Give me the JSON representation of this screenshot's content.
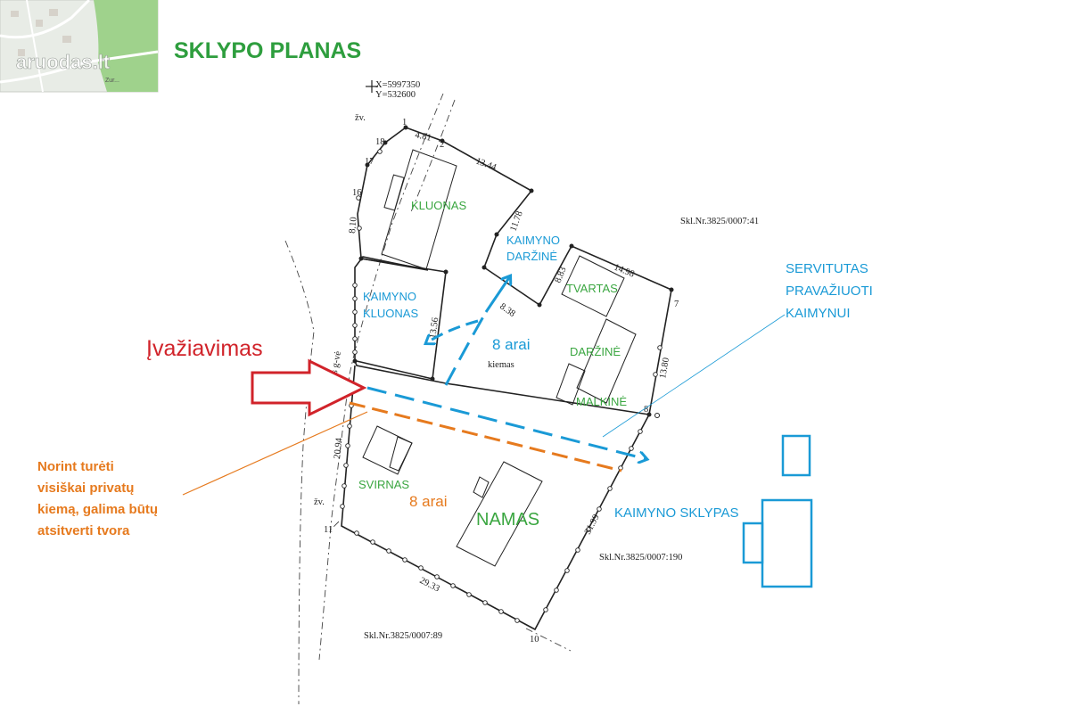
{
  "title": "SKLYPO PLANAS",
  "watermark": "aruodas.lt",
  "thumbnail_label": "Zur...",
  "coords": {
    "x": "X=5997350",
    "y": "Y=532600"
  },
  "parcels": {
    "north": "Skl.Nr.3825/0007:41",
    "east": "Skl.Nr.3825/0007:190",
    "south": "Skl.Nr.3825/0007:89"
  },
  "road": "Ūlos g-vė",
  "survey": {
    "points": [
      "1",
      "2",
      "7",
      "8",
      "10",
      "11",
      "16",
      "17",
      "18"
    ],
    "zv_labels": [
      "žv.",
      "žv."
    ],
    "dimensions": [
      "4.81",
      "13.44",
      "11.78",
      "8.10",
      "8.83",
      "14.98",
      "8.38",
      "13.56",
      "13.80",
      "20.94",
      "31.99",
      "29.33"
    ],
    "yard_label": "kiemas"
  },
  "buildings": {
    "kluonas": "KLUONAS",
    "kaimyno_darzine": [
      "KAIMYNO",
      "DARŽINĖ"
    ],
    "kaimyno_kluonas": [
      "KAIMYNO",
      "KLUONAS"
    ],
    "tvartas": "TVARTAS",
    "darzine": "DARŽINĖ",
    "malkine": "MALKINĖ",
    "svirnas": "SVIRNAS",
    "namas": "NAMAS",
    "kaimyno_sklypas": "KAIMYNO SKLYPAS"
  },
  "areas": {
    "upper": "8 arai",
    "lower": "8 arai"
  },
  "annotations": {
    "entrance": "Įvažiavimas",
    "servitude": [
      "SERVITUTAS",
      "PRAVAŽIUOTI",
      "KAIMYNUI"
    ],
    "fence_note": [
      "Norint turėti",
      "visiškai privatų",
      "kiemą, galima būtų",
      "atsitverti tvora"
    ]
  },
  "colors": {
    "title_green": "#2e9e3e",
    "label_green": "#3aa640",
    "blue": "#1a9ad6",
    "red": "#d1232a",
    "orange": "#e67a1e",
    "black": "#222222"
  }
}
